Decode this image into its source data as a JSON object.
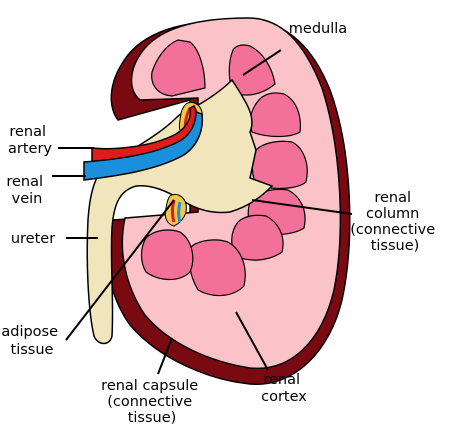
{
  "labels": {
    "medulla": "medulla",
    "renal_artery": [
      "renal",
      "artery"
    ],
    "renal_vein": [
      "renal",
      "vein"
    ],
    "ureter": "ureter",
    "adipose_tissue": [
      "adipose",
      "tissue"
    ],
    "renal_capsule": [
      "renal capsule",
      "(connective",
      "tissue)"
    ],
    "renal_cortex": [
      "renal",
      "cortex"
    ],
    "renal_column": [
      "renal",
      "column",
      "(connective",
      "tissue)"
    ]
  },
  "colors": {
    "capsule": "#7a0a12",
    "cortex": "#fbc3c7",
    "pyramid": "#f2709a",
    "pelvis": "#f1e6bb",
    "artery": "#e01b1b",
    "vein": "#1a8fdc",
    "fat": "#f2c84a",
    "outline": "#000000"
  }
}
